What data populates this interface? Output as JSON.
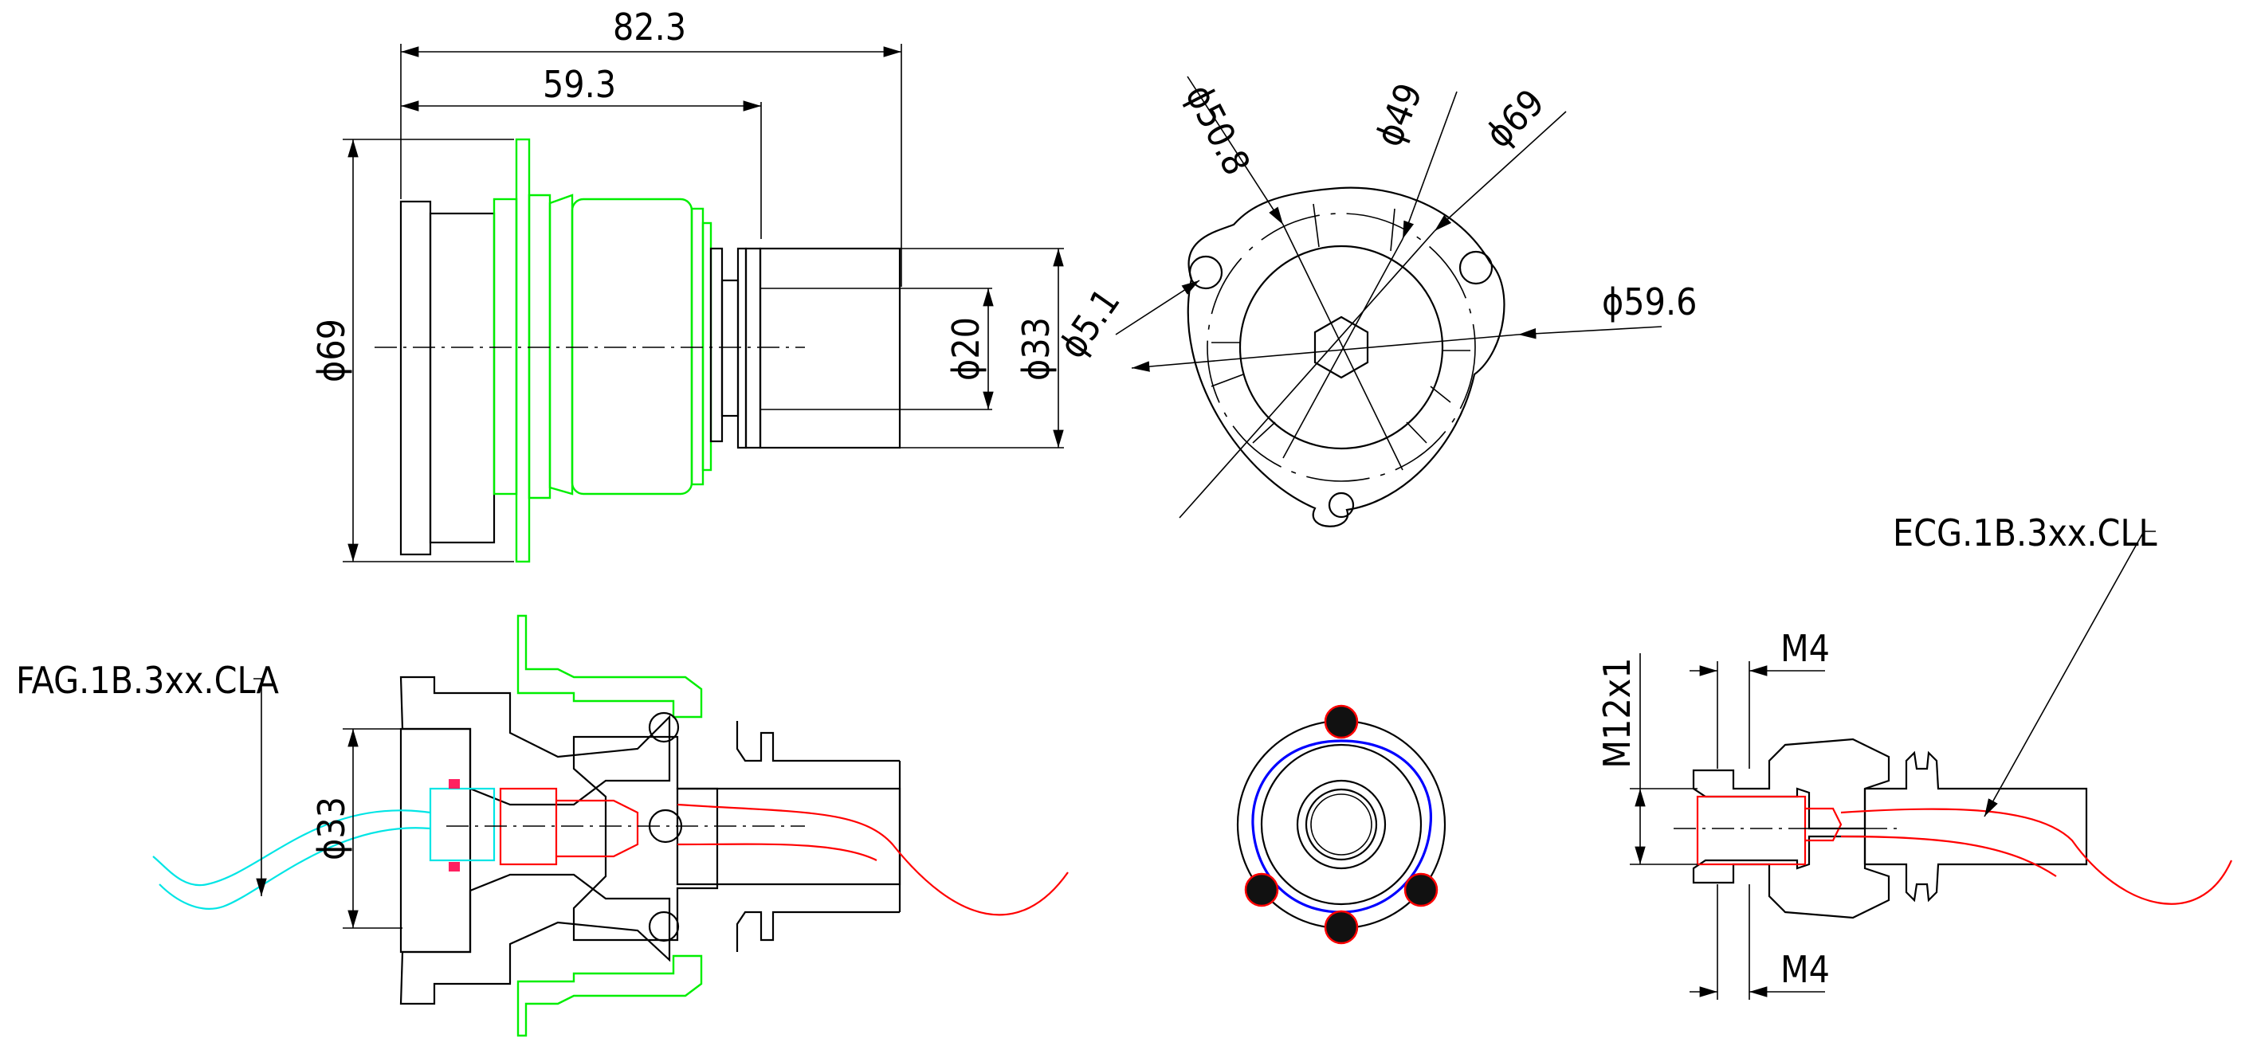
{
  "side_view": {
    "dim_overall": "82.3",
    "dim_flange": "59.3",
    "dim_dia_body": "ϕ69",
    "dim_dia_shaft": "ϕ20",
    "dim_dia_nose": "ϕ33"
  },
  "front_view": {
    "dim_dia_508": "ϕ50.8",
    "dim_dia_49": "ϕ49",
    "dim_dia_69": "ϕ69",
    "dim_dia_596": "ϕ59.6",
    "dim_dia_51": "ϕ5.1"
  },
  "section_left": {
    "part_label": "FAG.1B.3xx.CLA",
    "dim_dia": "ϕ33"
  },
  "section_right": {
    "part_label": "ECG.1B.3xx.CLL",
    "dim_m4_top": "M4",
    "dim_m4_bottom": "M4",
    "dim_thread": "M12x1"
  },
  "colors": {
    "line": "#000000",
    "housing": "#00ee00",
    "cable_red": "#ff0000",
    "cable_cyan": "#00e5e5",
    "ring_blue": "#0000ff",
    "contact_red": "#ff0000"
  }
}
